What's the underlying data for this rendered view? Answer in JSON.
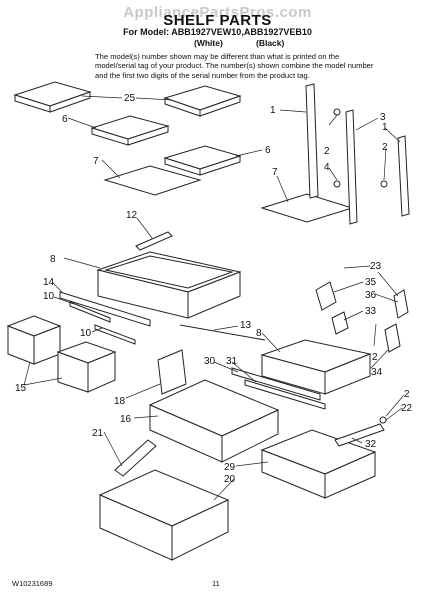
{
  "watermark": "AppliancePartsPros.com",
  "title": "SHELF PARTS",
  "model_line": "For Model: ABB1927VEW10,ABB1927VEB10",
  "variant_white": "(White)",
  "variant_black": "(Black)",
  "notice": "The model(s) number shown may be different than what is printed on the model/serial tag of your product. The number(s) shown combine the model number and the first two digits of the serial number from the product tag.",
  "callouts": [
    "25",
    "6",
    "7",
    "6",
    "12",
    "8",
    "14",
    "10",
    "10",
    "15",
    "13",
    "8",
    "18",
    "30",
    "31",
    "16",
    "21",
    "29",
    "20",
    "1",
    "3",
    "2",
    "4",
    "2",
    "1",
    "7",
    "23",
    "35",
    "36",
    "33",
    "2",
    "34",
    "2",
    "22",
    "32"
  ],
  "doc_number": "W10231689",
  "page_number": "11"
}
